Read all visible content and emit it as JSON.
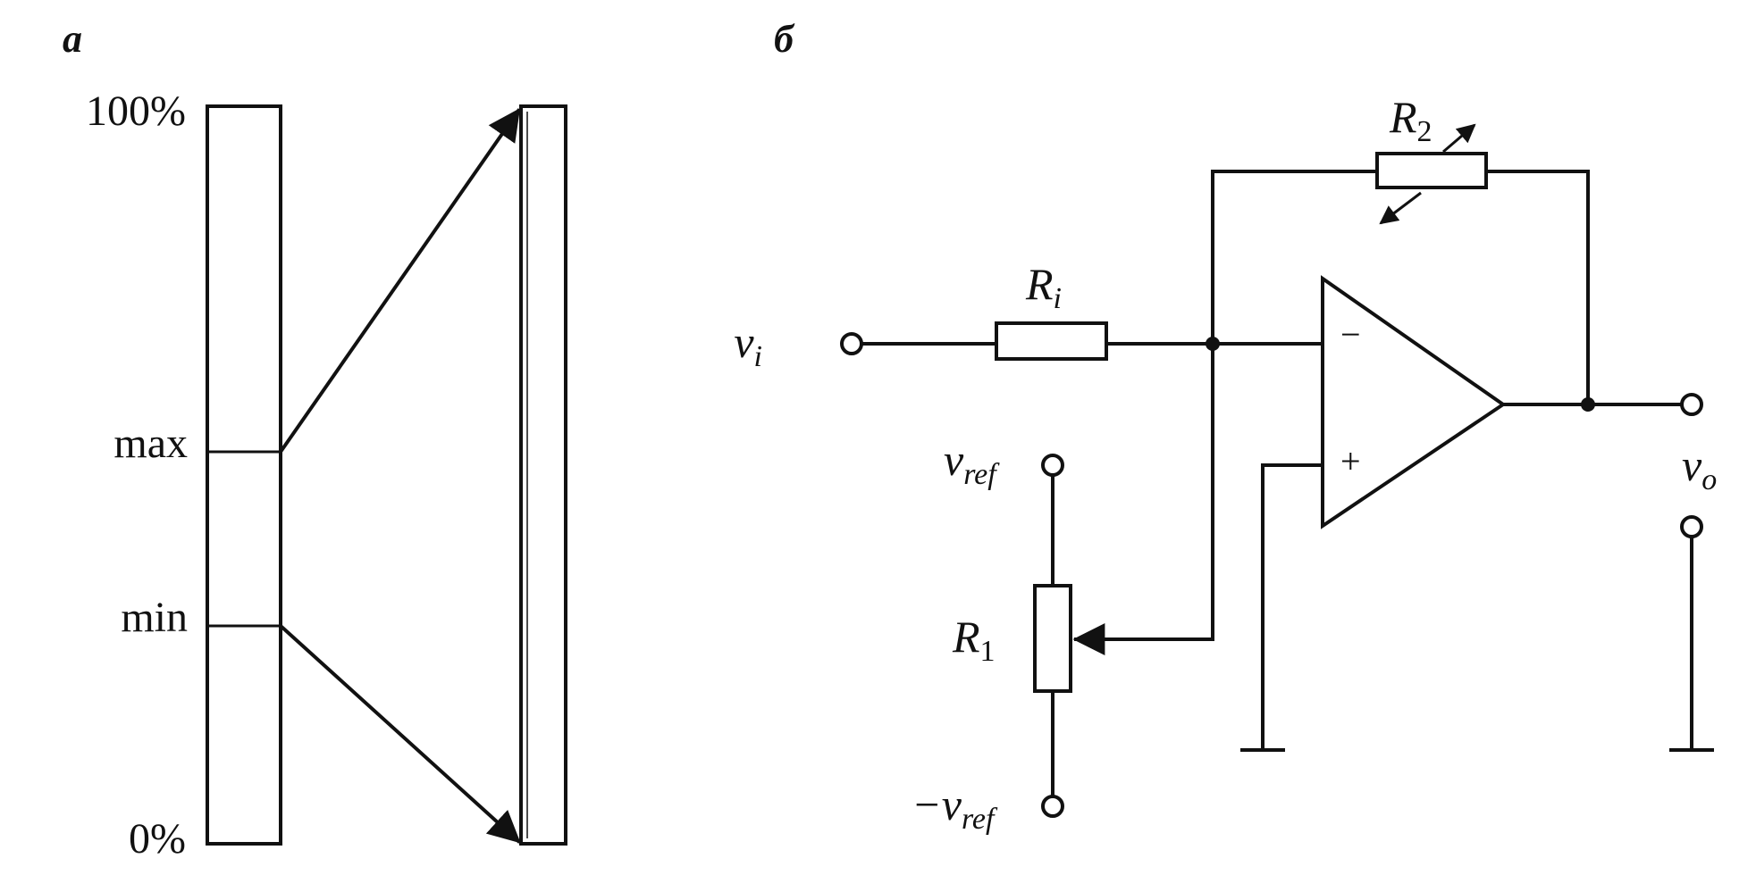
{
  "panel_a": {
    "label": "a",
    "scale_top": "100%",
    "scale_bottom": "0%",
    "max_label": "max",
    "min_label": "min"
  },
  "panel_b": {
    "label": "б",
    "input_main": "v",
    "input_main_sub": "i",
    "input_resistor": "R",
    "input_resistor_sub": "i",
    "feedback_resistor": "R",
    "feedback_resistor_sub": "2",
    "pot_resistor": "R",
    "pot_resistor_sub": "1",
    "vref_pos": "v",
    "vref_pos_sub": "ref",
    "vref_neg": "−v",
    "vref_neg_sub": "ref",
    "output": "v",
    "output_sub": "o",
    "inverting": "−",
    "noninverting": "+"
  },
  "colors": {
    "ink": "#111111",
    "background": "#ffffff"
  }
}
